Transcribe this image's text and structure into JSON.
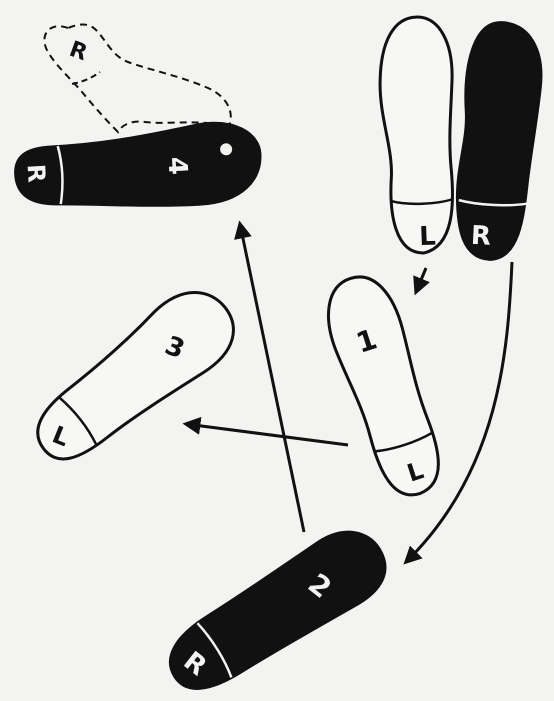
{
  "colors": {
    "paper": "#f3f3f1",
    "ink": "#111111",
    "outline_fill": "#f7f7f5"
  },
  "labels": {
    "start_left": "L",
    "start_right": "R",
    "step1_number": "1",
    "step1_heel": "L",
    "step2_number": "2",
    "step2_heel": "R",
    "step3_number": "3",
    "step3_heel": "L",
    "step4_number": "4",
    "step4_heel": "R",
    "ghost_heel": "R"
  }
}
